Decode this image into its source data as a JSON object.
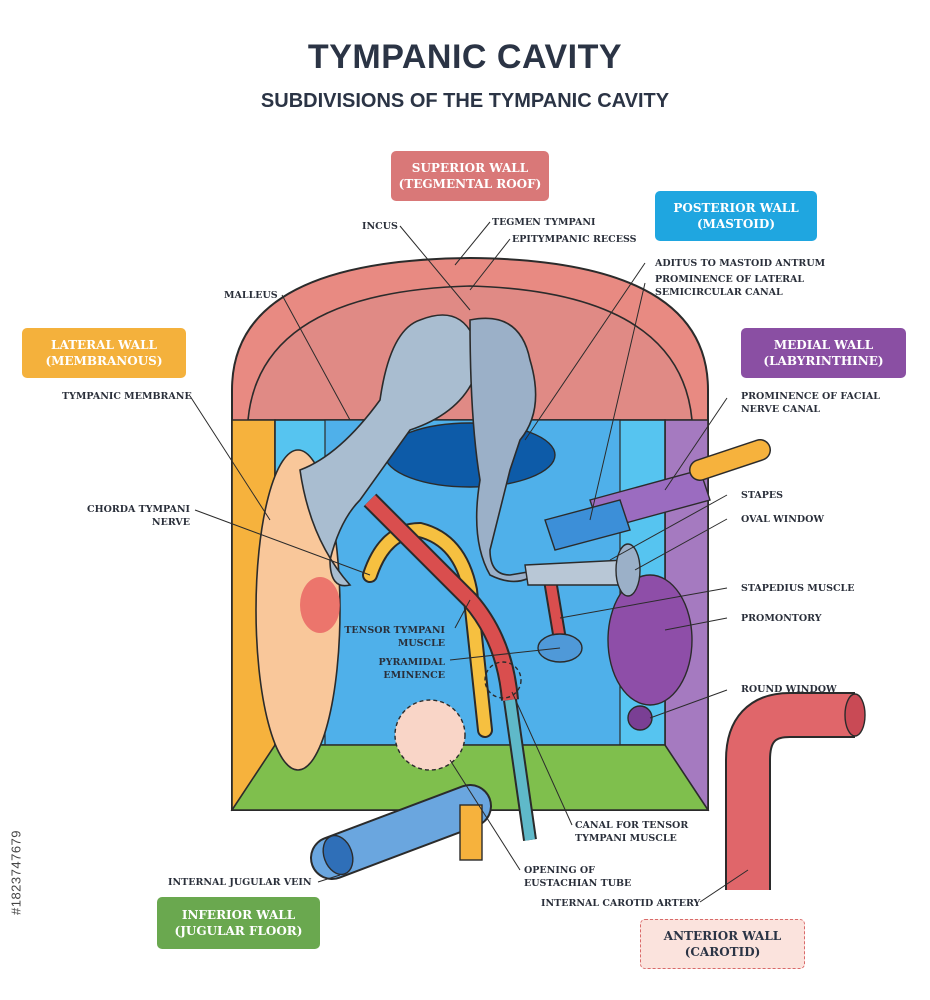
{
  "header": {
    "title": "TYMPANIC CAVITY",
    "subtitle": "SUBDIVISIONS OF THE TYMPANIC CAVITY"
  },
  "walls": {
    "superior": {
      "line1": "SUPERIOR WALL",
      "line2": "(TEGMENTAL ROOF)",
      "color": "#d97878"
    },
    "posterior": {
      "line1": "POSTERIOR WALL",
      "line2": "(MASTOID)",
      "color": "#1fa6e0"
    },
    "lateral": {
      "line1": "LATERAL WALL",
      "line2": "(MEMBRANOUS)",
      "color": "#f4b13c"
    },
    "medial": {
      "line1": "MEDIAL WALL",
      "line2": "(LABYRINTHINE)",
      "color": "#8a4fa3"
    },
    "inferior": {
      "line1": "INFERIOR WALL",
      "line2": "(JUGULAR FLOOR)",
      "color": "#6aa84f"
    },
    "anterior": {
      "line1": "ANTERIOR WALL",
      "line2": "(CAROTID)",
      "color": "#fbe3dd"
    }
  },
  "labels": {
    "incus": "INCUS",
    "tegmen_tympani": "TEGMEN TYMPANI",
    "epitympanic_recess": "EPITYMPANIC RECESS",
    "aditus": "ADITUS TO MASTOID ANTRUM",
    "lateral_canal_1": "PROMINENCE OF LATERAL",
    "lateral_canal_2": "SEMICIRCULAR CANAL",
    "malleus": "MALLEUS",
    "tympanic_membrane": "TYMPANIC MEMBRANE",
    "facial_canal_1": "PROMINENCE OF FACIAL",
    "facial_canal_2": "NERVE CANAL",
    "chorda_1": "CHORDA TYMPANI",
    "chorda_2": "NERVE",
    "stapes": "STAPES",
    "oval_window": "OVAL WINDOW",
    "stapedius": "STAPEDIUS MUSCLE",
    "promontory": "PROMONTORY",
    "tensor_1": "TENSOR TYMPANI",
    "tensor_2": "MUSCLE",
    "pyramidal_1": "PYRAMIDAL",
    "pyramidal_2": "EMINENCE",
    "round_window": "ROUND WINDOW",
    "canal_tensor_1": "CANAL FOR TENSOR",
    "canal_tensor_2": "TYMPANI MUSCLE",
    "eustachian_1": "OPENING OF",
    "eustachian_2": "EUSTACHIAN TUBE",
    "jugular_vein": "INTERNAL JUGULAR VEIN",
    "carotid_artery": "INTERNAL CAROTID ARTERY"
  },
  "side_text": "#182374767​9"
}
